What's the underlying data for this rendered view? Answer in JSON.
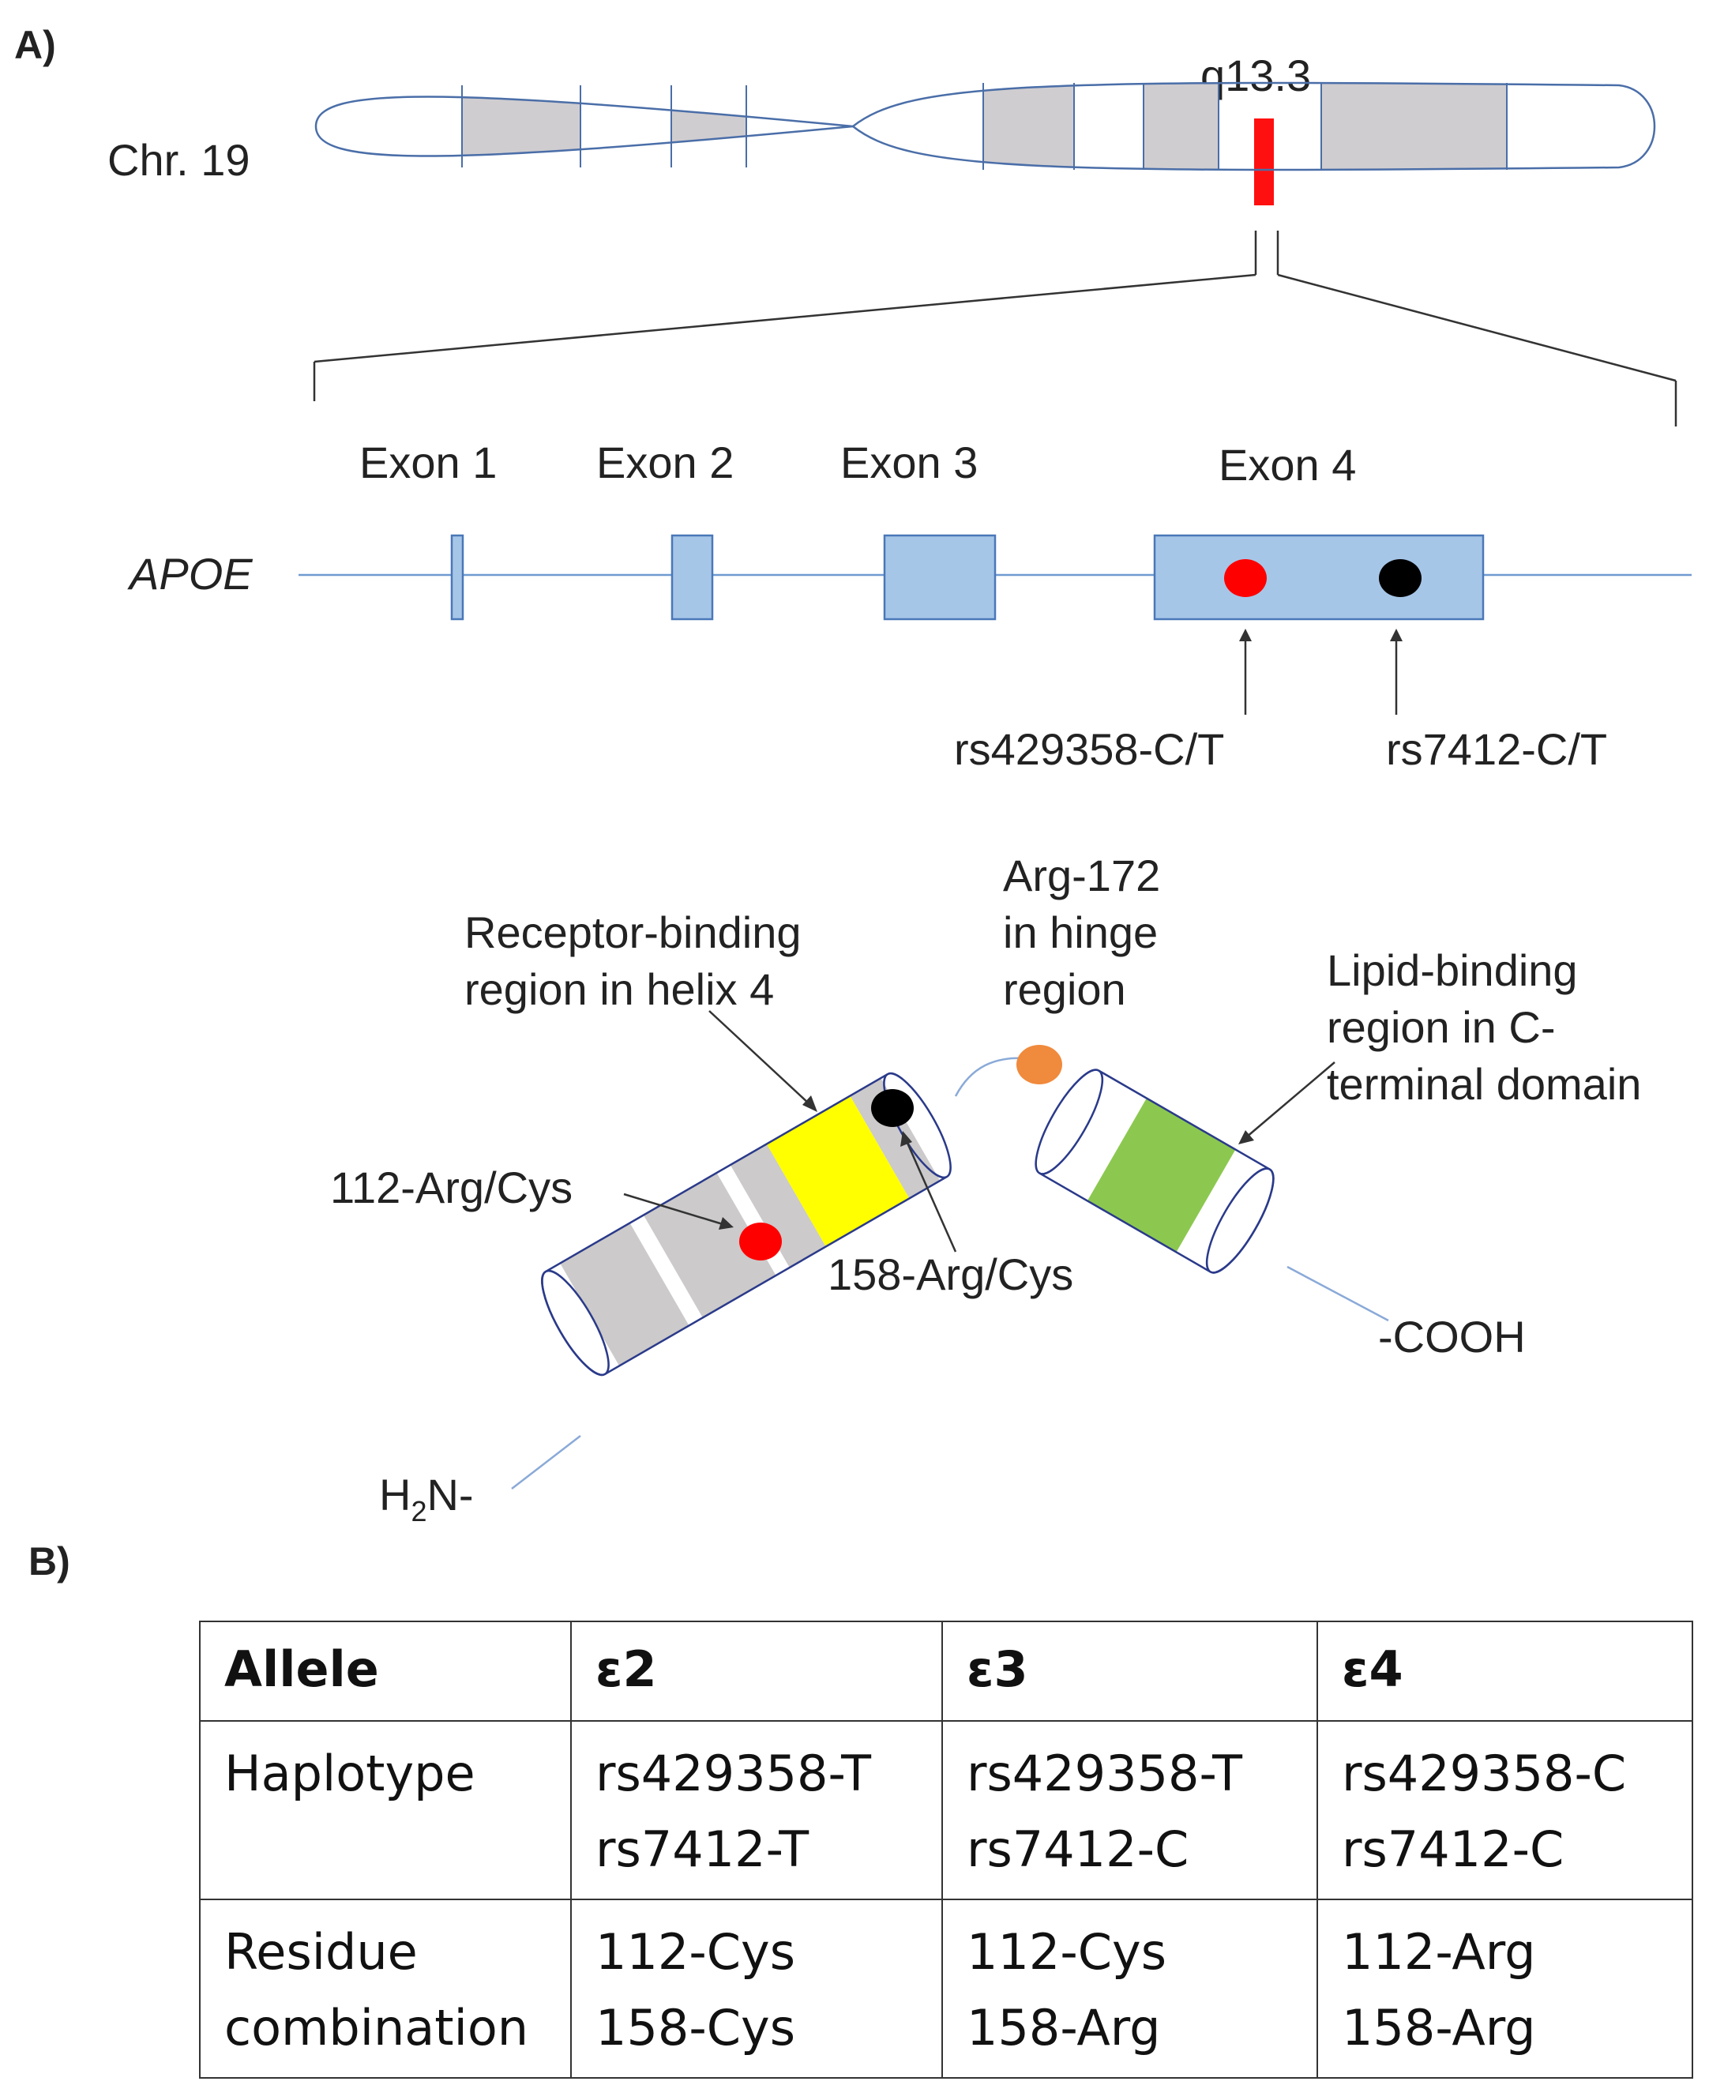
{
  "panel_a": {
    "label": "A)",
    "chromosome": {
      "label": "Chr. 19",
      "band_label": "q13.3",
      "colors": {
        "band": "#d0cdd0",
        "locus": "#ff1010",
        "outline": "#4a6ea8"
      }
    },
    "gene": {
      "name": "APOE",
      "exons": [
        "Exon 1",
        "Exon 2",
        "Exon 3",
        "Exon 4"
      ],
      "snps": [
        {
          "label": "rs429358-C/T",
          "color": "#ff0000"
        },
        {
          "label": "rs7412-C/T",
          "color": "#000000"
        }
      ],
      "colors": {
        "exon_fill": "#a6c6e8",
        "exon_stroke": "#4a78b8",
        "line": "#6f9ad0"
      }
    },
    "protein": {
      "receptor_binding": {
        "line1": "Receptor-binding",
        "line2": "region in helix 4",
        "color": "#ffff00"
      },
      "hinge": {
        "line1": "Arg-172",
        "line2": "in hinge",
        "line3": "region",
        "color": "#f08a3c"
      },
      "lipid_binding": {
        "line1": "Lipid-binding",
        "line2": "region in C-",
        "line3": "terminal domain",
        "color": "#8cc850"
      },
      "residue_112": {
        "label": "112-Arg/Cys",
        "color": "#ff0000"
      },
      "residue_158": {
        "label": "158-Arg/Cys",
        "color": "#000000"
      },
      "n_term": {
        "base": "H",
        "sub": "2",
        "rest": "N-"
      },
      "c_term": "-COOH",
      "colors": {
        "band": "#cccaca",
        "outline": "#2a3a8a",
        "tail": "#8aaad8"
      }
    }
  },
  "panel_b": {
    "label": "B)",
    "table": {
      "headers": [
        "Allele",
        "ε2",
        "ε3",
        "ε4"
      ],
      "rows": [
        {
          "label": [
            "Haplotype"
          ],
          "cells": [
            [
              "rs429358-T",
              "rs7412-T"
            ],
            [
              "rs429358-T",
              "rs7412-C"
            ],
            [
              "rs429358-C",
              "rs7412-C"
            ]
          ]
        },
        {
          "label": [
            "Residue",
            "combination"
          ],
          "cells": [
            [
              "112-Cys",
              "158-Cys"
            ],
            [
              "112-Cys",
              "158-Arg"
            ],
            [
              "112-Arg",
              "158-Arg"
            ]
          ]
        }
      ]
    }
  }
}
